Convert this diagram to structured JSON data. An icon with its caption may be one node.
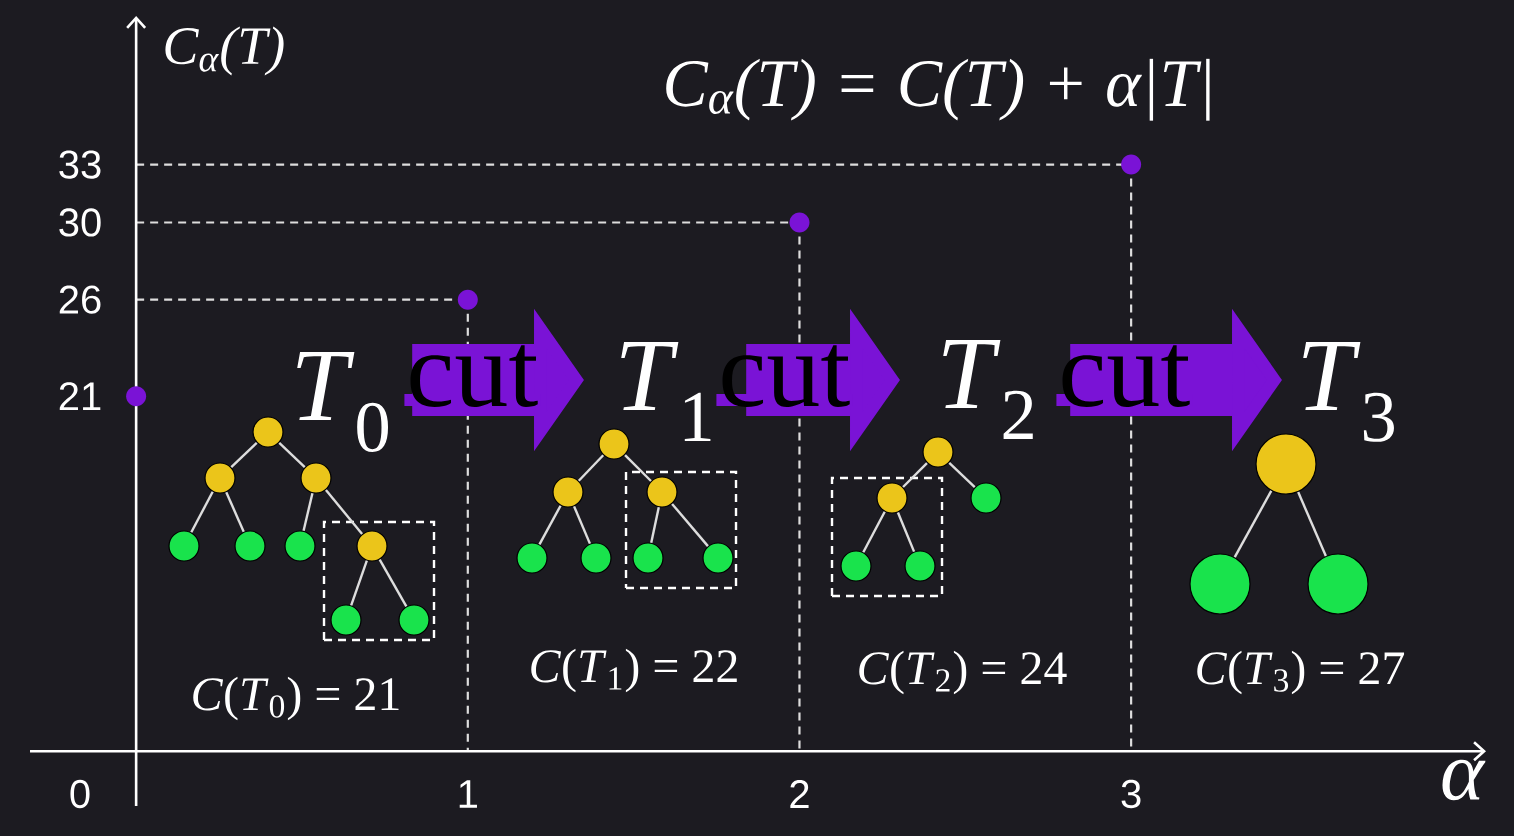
{
  "diagram": {
    "title": "C$_{α}$(T) = C(T) + α|T|",
    "nodes": [
      {
        "text": [
          "*T*$_{0}$"
        ]
      },
      {
        "text": [],
        "shape": "circle"
      },
      {
        "text": [],
        "shape": "circle"
      },
      {
        "text": [],
        "shape": "circle"
      },
      {
        "text": [],
        "shape": "circle"
      },
      {
        "text": [],
        "shape": "circle"
      },
      {
        "text": [],
        "shape": "circle"
      },
      {
        "text": [],
        "shape": "box"
      },
      {
        "text": [],
        "shape": "circle",
        "in": 7
      },
      {
        "text": [],
        "shape": "circle",
        "in": 7
      },
      {
        "text": [],
        "shape": "circle",
        "in": 7
      },
      {
        "text": [
          "*T*$_{1}$"
        ]
      },
      {
        "text": [],
        "shape": "circle"
      },
      {
        "text": [],
        "shape": "circle"
      },
      {
        "text": [],
        "shape": "box"
      },
      {
        "text": [],
        "shape": "circle",
        "in": 14
      },
      {
        "text": [],
        "shape": "circle"
      },
      {
        "text": [],
        "shape": "circle"
      },
      {
        "text": [],
        "shape": "circle",
        "in": 14
      },
      {
        "text": [],
        "shape": "circle",
        "in": 14
      },
      {
        "text": [
          "*T*$_{2}$"
        ]
      },
      {
        "text": [],
        "shape": "circle"
      },
      {
        "text": [],
        "shape": "box"
      },
      {
        "text": [],
        "shape": "circle",
        "in": 22
      },
      {
        "text": [],
        "shape": "circle"
      },
      {
        "text": [],
        "shape": "circle",
        "in": 22
      },
      {
        "text": [],
        "shape": "circle",
        "in": 22
      },
      {
        "text": [
          "*T*$_{3}$"
        ]
      },
      {
        "text": [],
        "shape": "circle"
      },
      {
        "text": [],
        "shape": "circle"
      },
      {
        "text": [],
        "shape": "circle"
      }
    ],
    "edges": [
      {
        "from": 0,
        "to": 11,
        "arrow": "to",
        "label": "cut",
        "style": "thick",
        "color": "#7a13d6"
      },
      {
        "from": 11,
        "to": 20,
        "arrow": "to",
        "label": "cut",
        "style": "thick",
        "color": "#7a13d6"
      },
      {
        "from": 20,
        "to": 27,
        "arrow": "to",
        "label": "cut",
        "style": "thick",
        "color": "#7a13d6"
      },
      {
        "from": 1,
        "to": 2,
        "arrow": "none"
      },
      {
        "from": 1,
        "to": 3,
        "arrow": "none"
      },
      {
        "from": 2,
        "to": 4,
        "arrow": "none"
      },
      {
        "from": 2,
        "to": 5,
        "arrow": "none"
      },
      {
        "from": 3,
        "to": 6,
        "arrow": "none"
      },
      {
        "from": 3,
        "to": 8,
        "arrow": "none"
      },
      {
        "from": 8,
        "to": 9,
        "arrow": "none"
      },
      {
        "from": 8,
        "to": 10,
        "arrow": "none"
      },
      {
        "from": 12,
        "to": 13,
        "arrow": "none"
      },
      {
        "from": 12,
        "to": 15,
        "arrow": "none"
      },
      {
        "from": 13,
        "to": 16,
        "arrow": "none"
      },
      {
        "from": 13,
        "to": 17,
        "arrow": "none"
      },
      {
        "from": 15,
        "to": 18,
        "arrow": "none"
      },
      {
        "from": 15,
        "to": 19,
        "arrow": "none"
      },
      {
        "from": 21,
        "to": 23,
        "arrow": "none"
      },
      {
        "from": 21,
        "to": 24,
        "arrow": "none"
      },
      {
        "from": 23,
        "to": 25,
        "arrow": "none"
      },
      {
        "from": 23,
        "to": 26,
        "arrow": "none"
      },
      {
        "from": 28,
        "to": 29,
        "arrow": "none"
      },
      {
        "from": 28,
        "to": 30,
        "arrow": "none"
      }
    ],
    "labels": [
      "*C*(*T*$_{0}$) = 21",
      "*C*(*T*$_{1}$) = 22",
      "*C*(*T*$_{2}$) = 24",
      "*C*(*T*$_{3}$) = 27",
      "0"
    ],
    "chart_data": {
      "type": "scatter",
      "xlabel": "α",
      "ylabel": "C$_{α}$(T)",
      "x": [
        0,
        1,
        2,
        3
      ],
      "series": [
        {
          "color": "#7a13d6",
          "values": [
            21,
            26,
            30,
            33
          ]
        }
      ],
      "xlim": [
        -0.32,
        4.07
      ],
      "ylim": [
        -0.24,
        40.7
      ],
      "xticks": [
        1,
        2,
        3
      ],
      "yticks": [
        21,
        26,
        30,
        33
      ]
    }
  }
}
